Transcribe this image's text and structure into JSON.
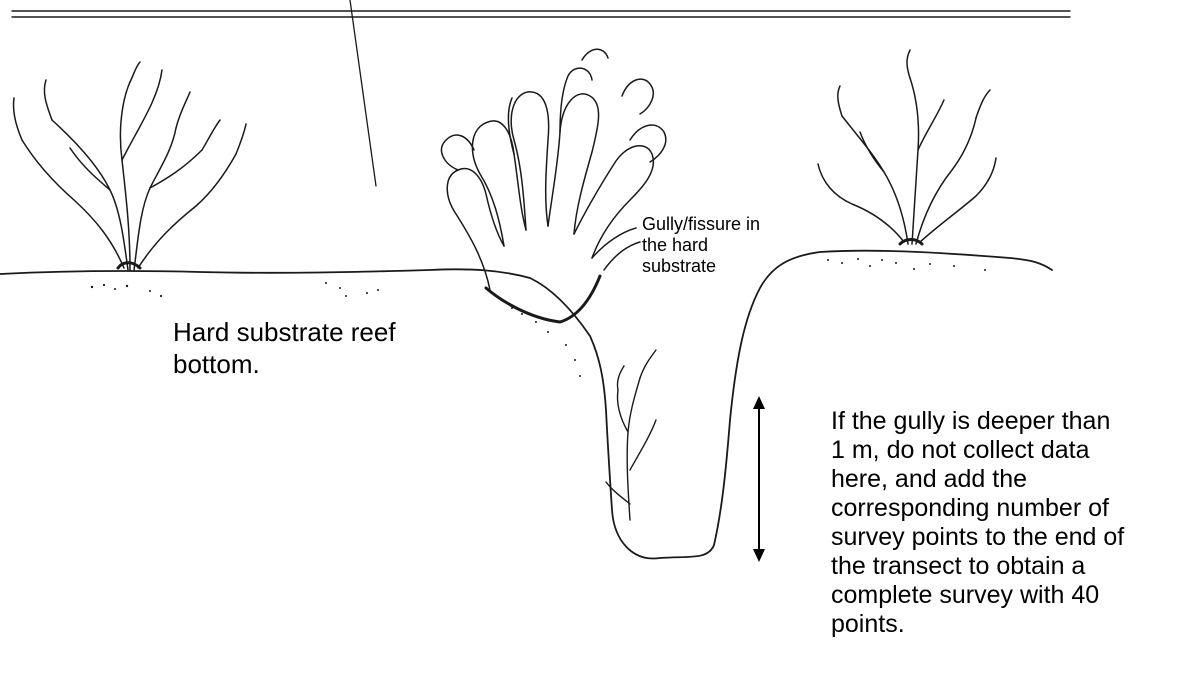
{
  "labels": {
    "substrate": [
      "Hard substrate reef",
      "bottom."
    ],
    "gully": [
      "Gully/fissure in",
      "the hard",
      "substrate"
    ],
    "note": [
      "If the gully is deeper than",
      "1 m, do not collect data",
      "here, and add the",
      "corresponding number of",
      "survey points to the end of",
      "the transect to obtain a",
      "complete survey with 40",
      "points."
    ]
  },
  "icons": {
    "depth_arrow": "double-headed-vertical-arrow",
    "branching_coral": "branching-coral-icon",
    "lobed_coral": "lobed-coral-icon"
  },
  "colors": {
    "ink": "#1a1a1a",
    "background": "#ffffff"
  }
}
